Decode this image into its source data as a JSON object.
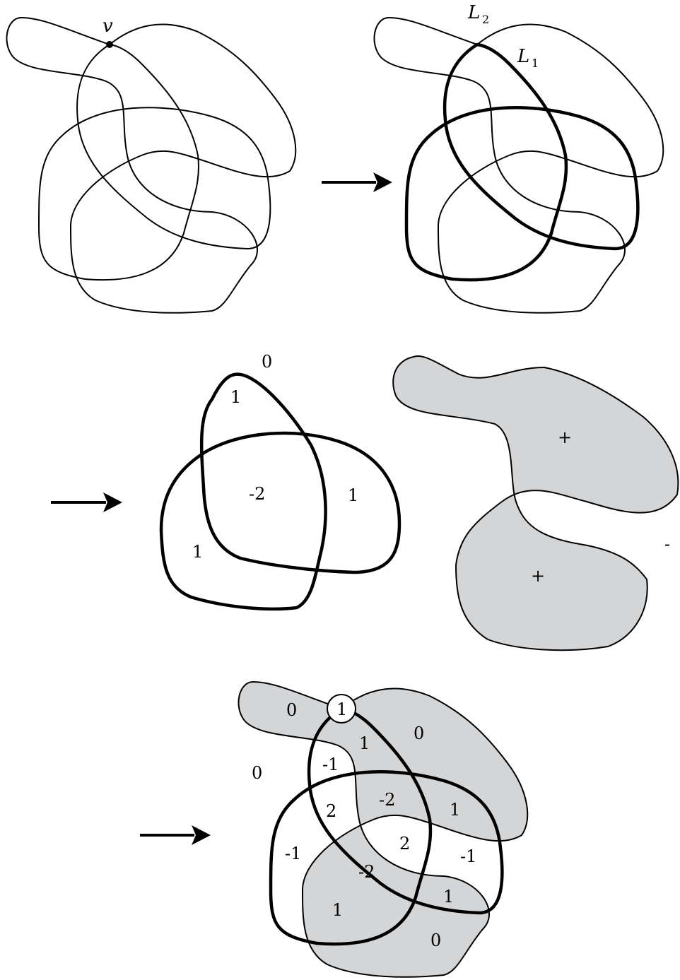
{
  "panel1": {
    "vertex_label": "v"
  },
  "panel2": {
    "curve2_label": "L",
    "curve2_sub": "2",
    "curve1_label": "L",
    "curve1_sub": "1"
  },
  "panel3": {
    "values": [
      "0",
      "1",
      "-2",
      "1",
      "1"
    ]
  },
  "panel4": {
    "signs": [
      "+",
      "+",
      "-"
    ]
  },
  "panel5": {
    "vertex_value": "1",
    "values": [
      "0",
      "1",
      "0",
      "0",
      "-1",
      "2",
      "-2",
      "1",
      "-1",
      "2",
      "-2",
      "-1",
      "1",
      "1",
      "0"
    ]
  }
}
